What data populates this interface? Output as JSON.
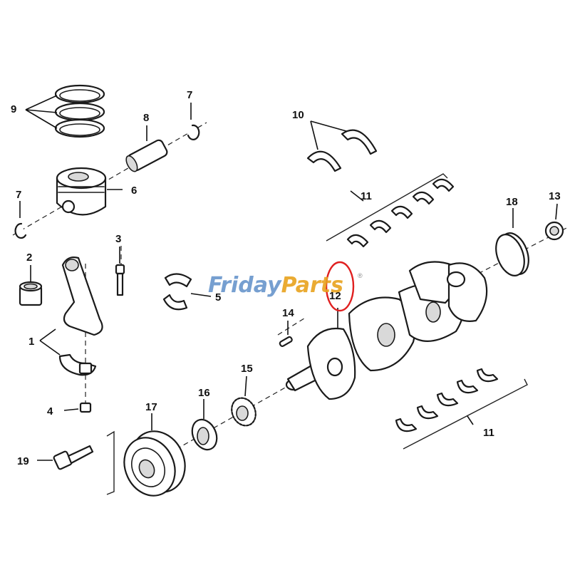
{
  "watermark": {
    "part1": "Friday",
    "part2": "Parts",
    "mark": "®",
    "color_blue": "#5f8fc8",
    "color_orange": "#e8a21e"
  },
  "highlight": {
    "color": "#e02020",
    "target_label": "12"
  },
  "labels": {
    "l1": "1",
    "l2": "2",
    "l3": "3",
    "l4": "4",
    "l5": "5",
    "l6": "6",
    "l7a": "7",
    "l7b": "7",
    "l8": "8",
    "l9": "9",
    "l10": "10",
    "l11a": "11",
    "l11b": "11",
    "l12": "12",
    "l13": "13",
    "l14": "14",
    "l15": "15",
    "l16": "16",
    "l17": "17",
    "l18": "18",
    "l19": "19"
  }
}
